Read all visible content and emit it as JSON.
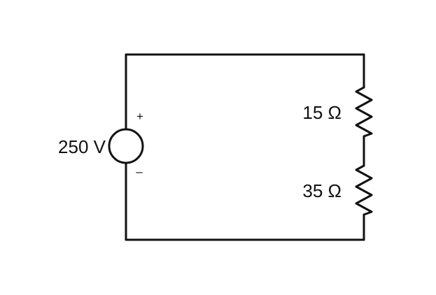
{
  "circuit": {
    "source": {
      "value_label": "250 V",
      "plus": "+",
      "minus": "–"
    },
    "resistors": [
      {
        "value_label": "15 Ω"
      },
      {
        "value_label": "35 Ω"
      }
    ],
    "colors": {
      "stroke": "#111111",
      "background": "#ffffff"
    }
  }
}
